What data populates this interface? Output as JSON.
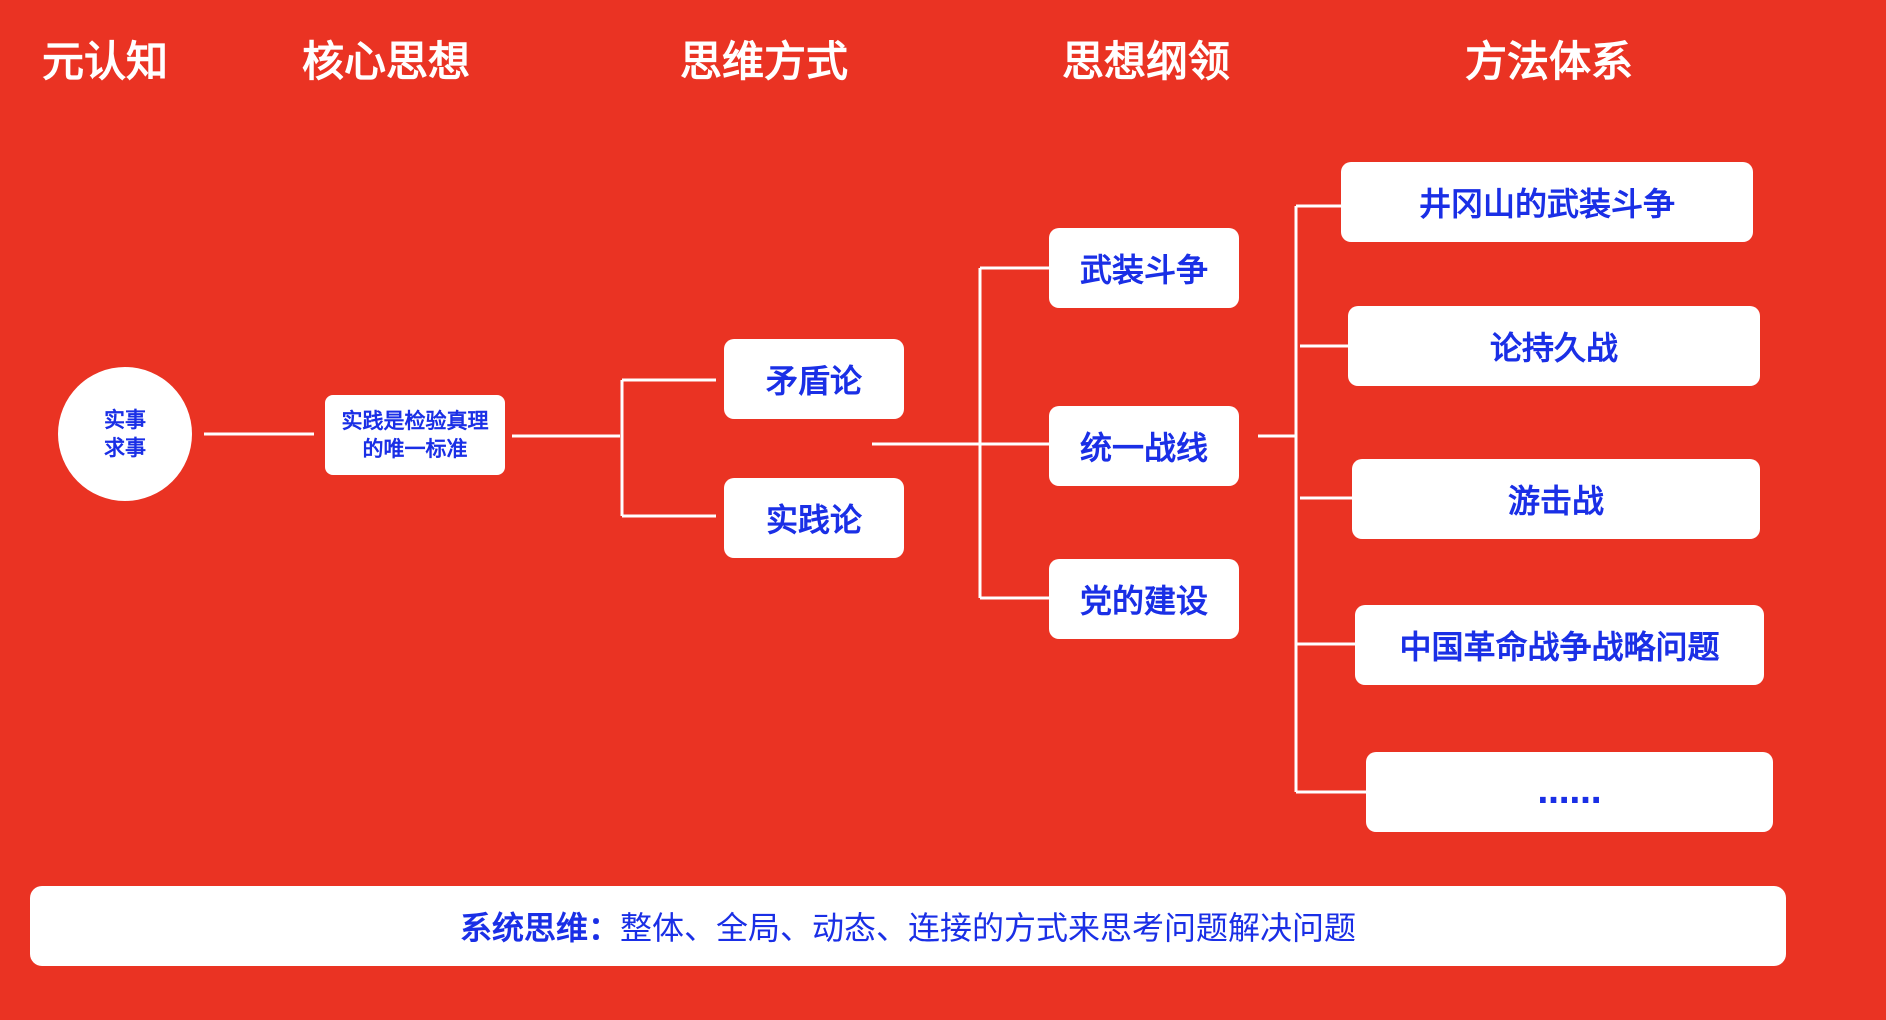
{
  "headers": {
    "meta_cognition": "元认知",
    "core_thought": "核心思想",
    "thinking_mode": "思维方式",
    "thought_program": "思想纲领",
    "method_system": "方法体系"
  },
  "root": {
    "label": "实事求事"
  },
  "core": {
    "label": "实践是检验真理的唯一标准"
  },
  "thinking": [
    "矛盾论",
    "实践论"
  ],
  "program": [
    "武装斗争",
    "统一战线",
    "党的建设"
  ],
  "methods": [
    "井冈山的武装斗争",
    "论持久战",
    "游击战",
    "中国革命战争战略问题",
    "……"
  ],
  "footer": {
    "title": "系统思维：",
    "text": "整体、全局、动态、连接的方式来思考问题解决问题"
  },
  "colors": {
    "background": "#ea3323",
    "node_fill": "#ffffff",
    "node_text": "#1a2fe6",
    "header_text": "#ffffff",
    "connector": "#ffffff"
  }
}
